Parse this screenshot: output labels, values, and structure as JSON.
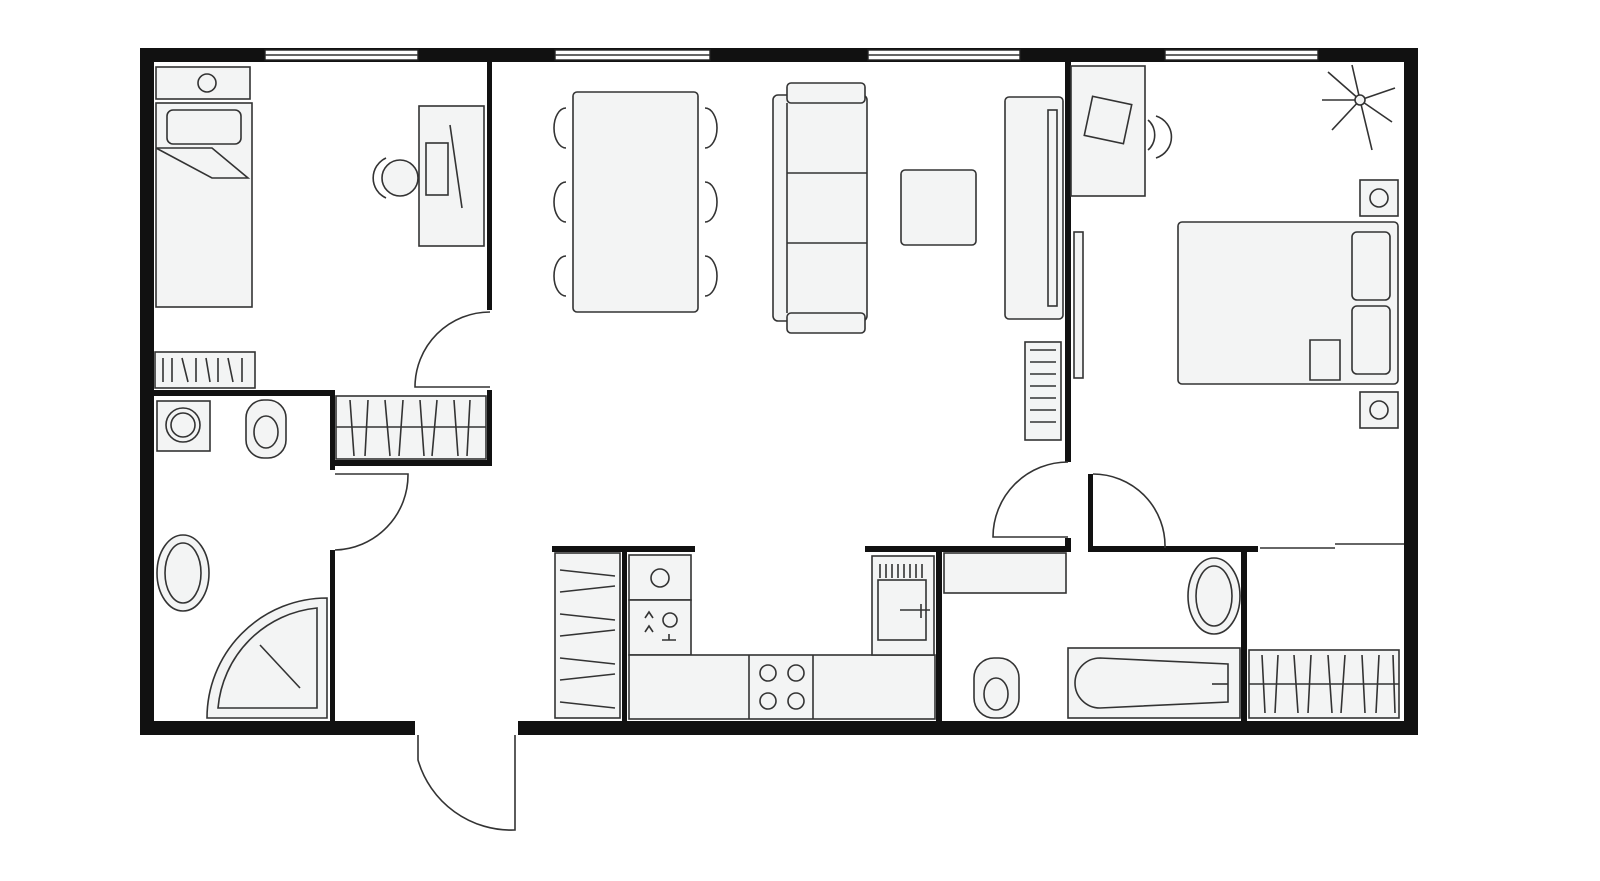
{
  "plan": {
    "colors": {
      "wall": "#111111",
      "furniture_fill": "#f3f4f4",
      "line": "#333333",
      "background": "#ffffff"
    },
    "rooms": [
      "bedroom-small",
      "living-dining",
      "bedroom-master",
      "toilet-shower",
      "kitchen",
      "bathroom",
      "closet"
    ]
  }
}
